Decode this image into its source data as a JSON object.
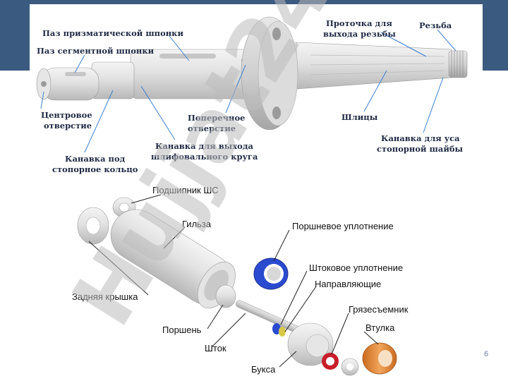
{
  "shaft_labels": {
    "prismatic_key_slot": "Паз призматической шпонки",
    "segment_key_slot": "Паз сегментной шпонки",
    "center_hole_1": "Центровое",
    "center_hole_2": "отверстие",
    "retaining_ring_groove_1": "Канавка под",
    "retaining_ring_groove_2": "стопорное кольцо",
    "grinding_groove_1": "Канавка для выхода",
    "grinding_groove_2": "шлифовального круга",
    "cross_hole_1": "Поперечное",
    "cross_hole_2": "отверстие",
    "thread_relief_1": "Проточка для",
    "thread_relief_2": "выхода резьбы",
    "thread": "Резьба",
    "splines": "Шлицы",
    "washer_groove_1": "Канавка для уса",
    "washer_groove_2": "стопорной шайбы"
  },
  "cylinder_labels": {
    "bearing": "Подшипник ШС",
    "sleeve": "Гильза",
    "piston_seal": "Поршневое уплотнение",
    "rod_seal": "Штоковое уплотнение",
    "guides": "Направляющие",
    "rear_cover": "Задняя крышка",
    "wiper": "Грязесъемник",
    "bushing": "Втулка",
    "piston": "Поршень",
    "rod": "Шток",
    "gland": "Букса"
  },
  "watermark": "Hujjat24",
  "page_number": "6",
  "colors": {
    "banner": "#3b5a80",
    "leader": "#3b7fd0",
    "seal_blue": "#2a4bd0",
    "seal_red": "#c81e2a",
    "bushing_orange": "#e28a3a",
    "watermark_gray": "#bcbcbc",
    "watermark_violet": "#a690e0"
  }
}
